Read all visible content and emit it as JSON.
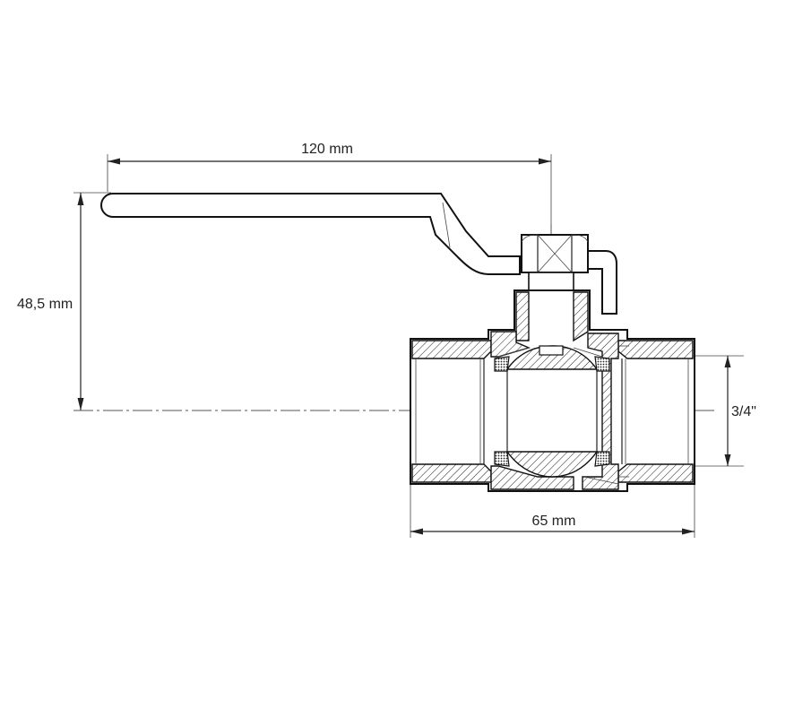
{
  "dimensions": {
    "handle_length": "120 mm",
    "height": "48,5 mm",
    "thread_size": "3/4\"",
    "body_length": "65 mm"
  }
}
